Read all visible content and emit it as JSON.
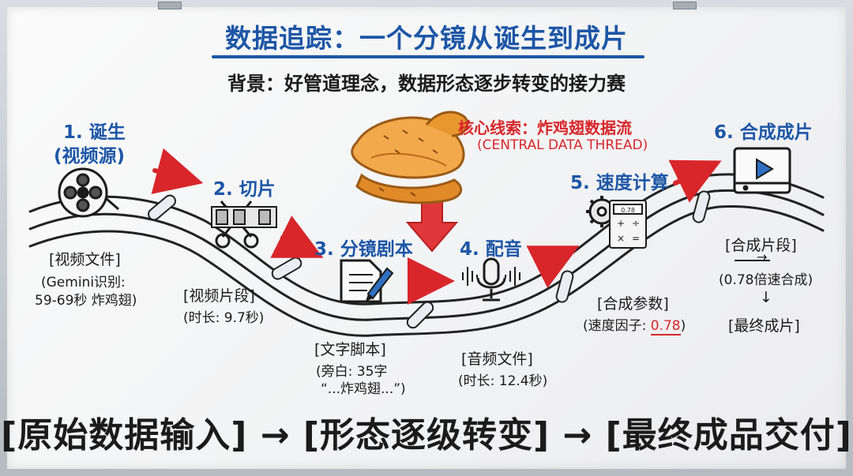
{
  "title": "数据追踪：一个分镜从诞生到成片",
  "subtitle": "背景：好管道理念，数据形态逐步转变的接力赛",
  "core": {
    "line1": "核心线索：炸鸡翅数据流",
    "line2": "(CENTRAL DATA THREAD)"
  },
  "steps": [
    {
      "title_a": "1. 诞生",
      "title_b": "(视频源)",
      "box": "[视频文件]",
      "desc_a": "(Gemini识别:",
      "desc_b": "59-69秒 炸鸡翅)"
    },
    {
      "title_a": "2. 切片",
      "box": "[视频片段]",
      "desc_a": "(时长: 9.7秒)"
    },
    {
      "title_a": "3. 分镜剧本",
      "box": "[文字脚本]",
      "desc_a": "(旁白: 35字",
      "desc_b": "“...炸鸡翅...”)"
    },
    {
      "title_a": "4. 配音",
      "box": "[音频文件]",
      "desc_a": "(时长: 12.4秒)"
    },
    {
      "title_a": "5. 速度计算",
      "box": "[合成参数]",
      "desc_prefix": "(速度因子: ",
      "desc_value": "0.78",
      "desc_suffix": ")"
    },
    {
      "title_a": "6. 合成成片",
      "box": "[合成片段]",
      "arrow": "→",
      "desc_a": "(0.78倍速合成)",
      "arrow_down": "↓",
      "final": "[最终成片]"
    }
  ],
  "calculator_keys": [
    "0.78",
    "+",
    "÷",
    "×",
    "="
  ],
  "bottom_line": "[原始数据输入] → [形态逐级转变] → [最终成品交付]",
  "colors": {
    "blue": "#1d56a6",
    "red": "#d8262a",
    "ink": "#1b1b1b"
  }
}
